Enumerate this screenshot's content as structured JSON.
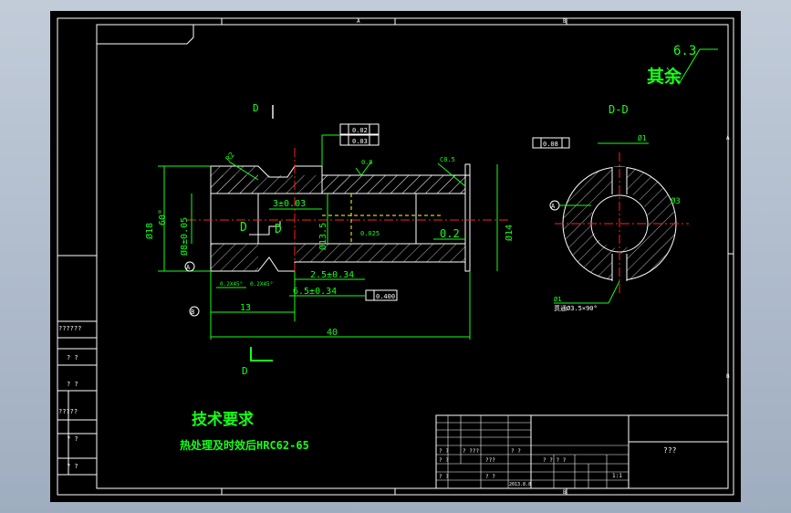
{
  "sheet": {
    "grid_top": [
      "A",
      "B"
    ],
    "grid_right": [
      "A",
      "B"
    ],
    "grid_bottom": [
      "B"
    ]
  },
  "drawing": {
    "roughness_note": "其余",
    "roughness_value": "6.3",
    "section_label": "D-D",
    "cut_letter": "D",
    "datum_a": "A",
    "datum_b": "B",
    "dims": {
      "d1": "3±0.03",
      "d2": "2.5±0.34",
      "d3": "6.5±0.34",
      "d4": "13",
      "d5": "40",
      "r": "R2",
      "ang": "60°",
      "dia18": "Ø18",
      "dia8": "Ø8±0.05",
      "dia13": "Ø13.5",
      "dia14": "Ø14",
      "dia3": "Ø3",
      "ch1": "0.2X45°",
      "ch2": "0.2X45°",
      "tol1": "0.02",
      "tol2": "0.03",
      "tol3": "0.025",
      "tol4": "0.2",
      "tol5": "0.08",
      "tol6": "0.400",
      "rough1": "0.8",
      "rough2": "C0.5",
      "sec_note": "贯通Ø3.5×90°",
      "sec_dia": "Ø1"
    },
    "frame_letters": {
      "A": "A",
      "B": "B"
    }
  },
  "tech_req": {
    "title": "技术要求",
    "line1": "热处理及时效后HRC62-65"
  },
  "left_strip": {
    "rows": [
      "??????",
      "? ?",
      "? ?",
      "?????",
      "? ?",
      "? ?"
    ]
  },
  "title_block": {
    "name": "???",
    "r1": [
      "? ?",
      "? ???",
      "? ?"
    ],
    "r2": [
      "? ?",
      "???",
      "? ? ? ?"
    ],
    "r3": [
      "? ?",
      "? ?",
      "2013.8.8"
    ],
    "scale": "1:1"
  }
}
